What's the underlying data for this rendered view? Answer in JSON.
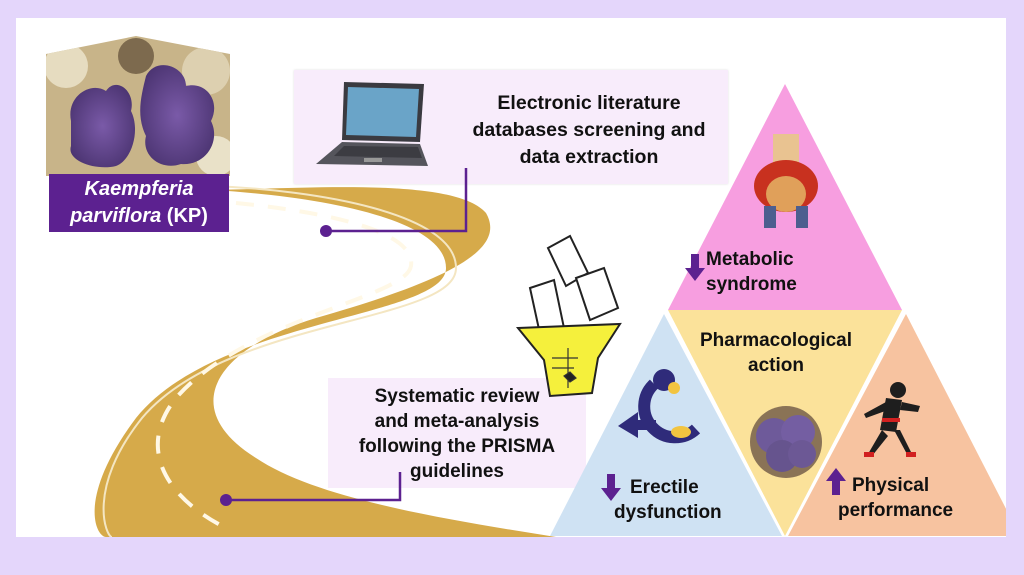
{
  "figure": {
    "type": "graphical-abstract",
    "border_color": "#e4d6fb",
    "accent_color": "#5c2190",
    "road_color": "#d6aa4a"
  },
  "plant": {
    "label_italic": "Kaempferia parviflora",
    "label_line1": "Kaempferia",
    "label_line2_italic": "parviflora",
    "label_line2_suffix": " (KP)",
    "label_bg": "#5c2190",
    "image": "kp-rhizome-photo"
  },
  "steps": [
    {
      "icon": "laptop-icon",
      "lines": [
        "Electronic literature",
        "databases screening and",
        "data extraction"
      ]
    },
    {
      "icon": "funnel-documents-icon",
      "lines": [
        "Systematic review",
        "and meta-analysis",
        "following the PRISMA",
        "guidelines"
      ]
    }
  ],
  "pyramid": {
    "center": {
      "lines": [
        "Pharmacological",
        "action"
      ],
      "color": "#fbe29a",
      "icon": "kp-rhizome-photo"
    },
    "outcomes": [
      {
        "id": "metabolic",
        "lines": [
          "Metabolic",
          "syndrome"
        ],
        "direction": "down",
        "color": "#f79ee0",
        "icon": "obese-person-icon"
      },
      {
        "id": "erectile",
        "lines": [
          "Erectile",
          "dysfunction"
        ],
        "direction": "down",
        "color": "#cfe2f3",
        "icon": "erectile-dysfunction-icon"
      },
      {
        "id": "physical",
        "lines": [
          "Physical",
          "performance"
        ],
        "direction": "up",
        "color": "#f7c3a0",
        "icon": "runner-icon"
      }
    ],
    "arrow_color": "#5c2190"
  }
}
